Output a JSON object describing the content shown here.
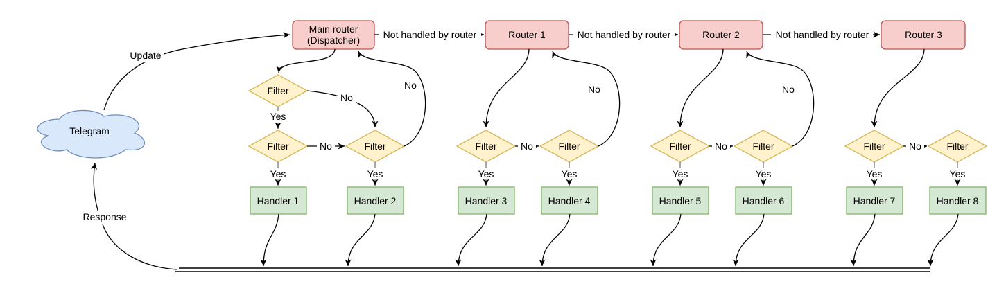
{
  "colors": {
    "cloud_fill": "#dae8fc",
    "cloud_stroke": "#6c8ebf",
    "router_fill": "#f8cecc",
    "router_stroke": "#b85450",
    "filter_fill": "#fff2cc",
    "filter_stroke": "#d6b656",
    "handler_fill": "#d5e8d4",
    "handler_stroke": "#82b366",
    "edge": "#000000",
    "yes_stub": "#808080",
    "label_bg": "#ffffff",
    "text": "#000000"
  },
  "nodes": {
    "telegram": "Telegram",
    "dispatcher_line1": "Main router",
    "dispatcher_line2": "(Dispatcher)",
    "routers": [
      "Router 1",
      "Router 2",
      "Router 3"
    ],
    "filter": "Filter",
    "handlers": [
      "Handler 1",
      "Handler 2",
      "Handler 3",
      "Handler 4",
      "Handler 5",
      "Handler 6",
      "Handler 7",
      "Handler 8"
    ]
  },
  "labels": {
    "update": "Update",
    "response": "Response",
    "not_handled": "Not handled by router",
    "yes": "Yes",
    "no": "No"
  }
}
